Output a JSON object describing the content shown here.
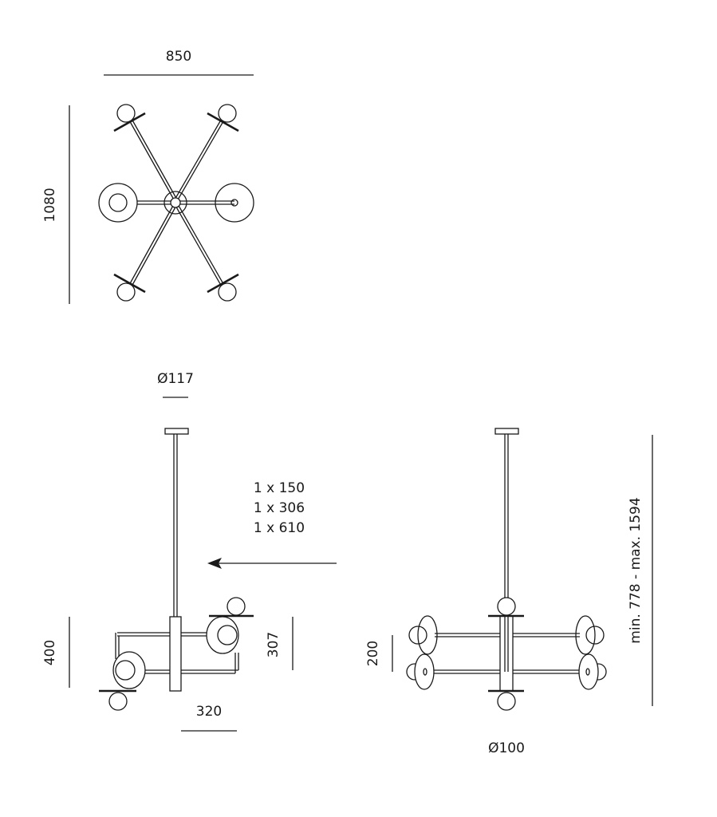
{
  "top_view": {
    "width": "850",
    "depth": "1080"
  },
  "side_view": {
    "canopy_diameter": "Ø117",
    "rod_options": [
      "1 x 150",
      "1 x 306",
      "1 x 610"
    ],
    "height": "400",
    "arm_offset": "307",
    "width": "320"
  },
  "front_view": {
    "arm_spacing": "200",
    "diameter": "Ø100",
    "total_height": "min. 778 - max. 1594"
  }
}
